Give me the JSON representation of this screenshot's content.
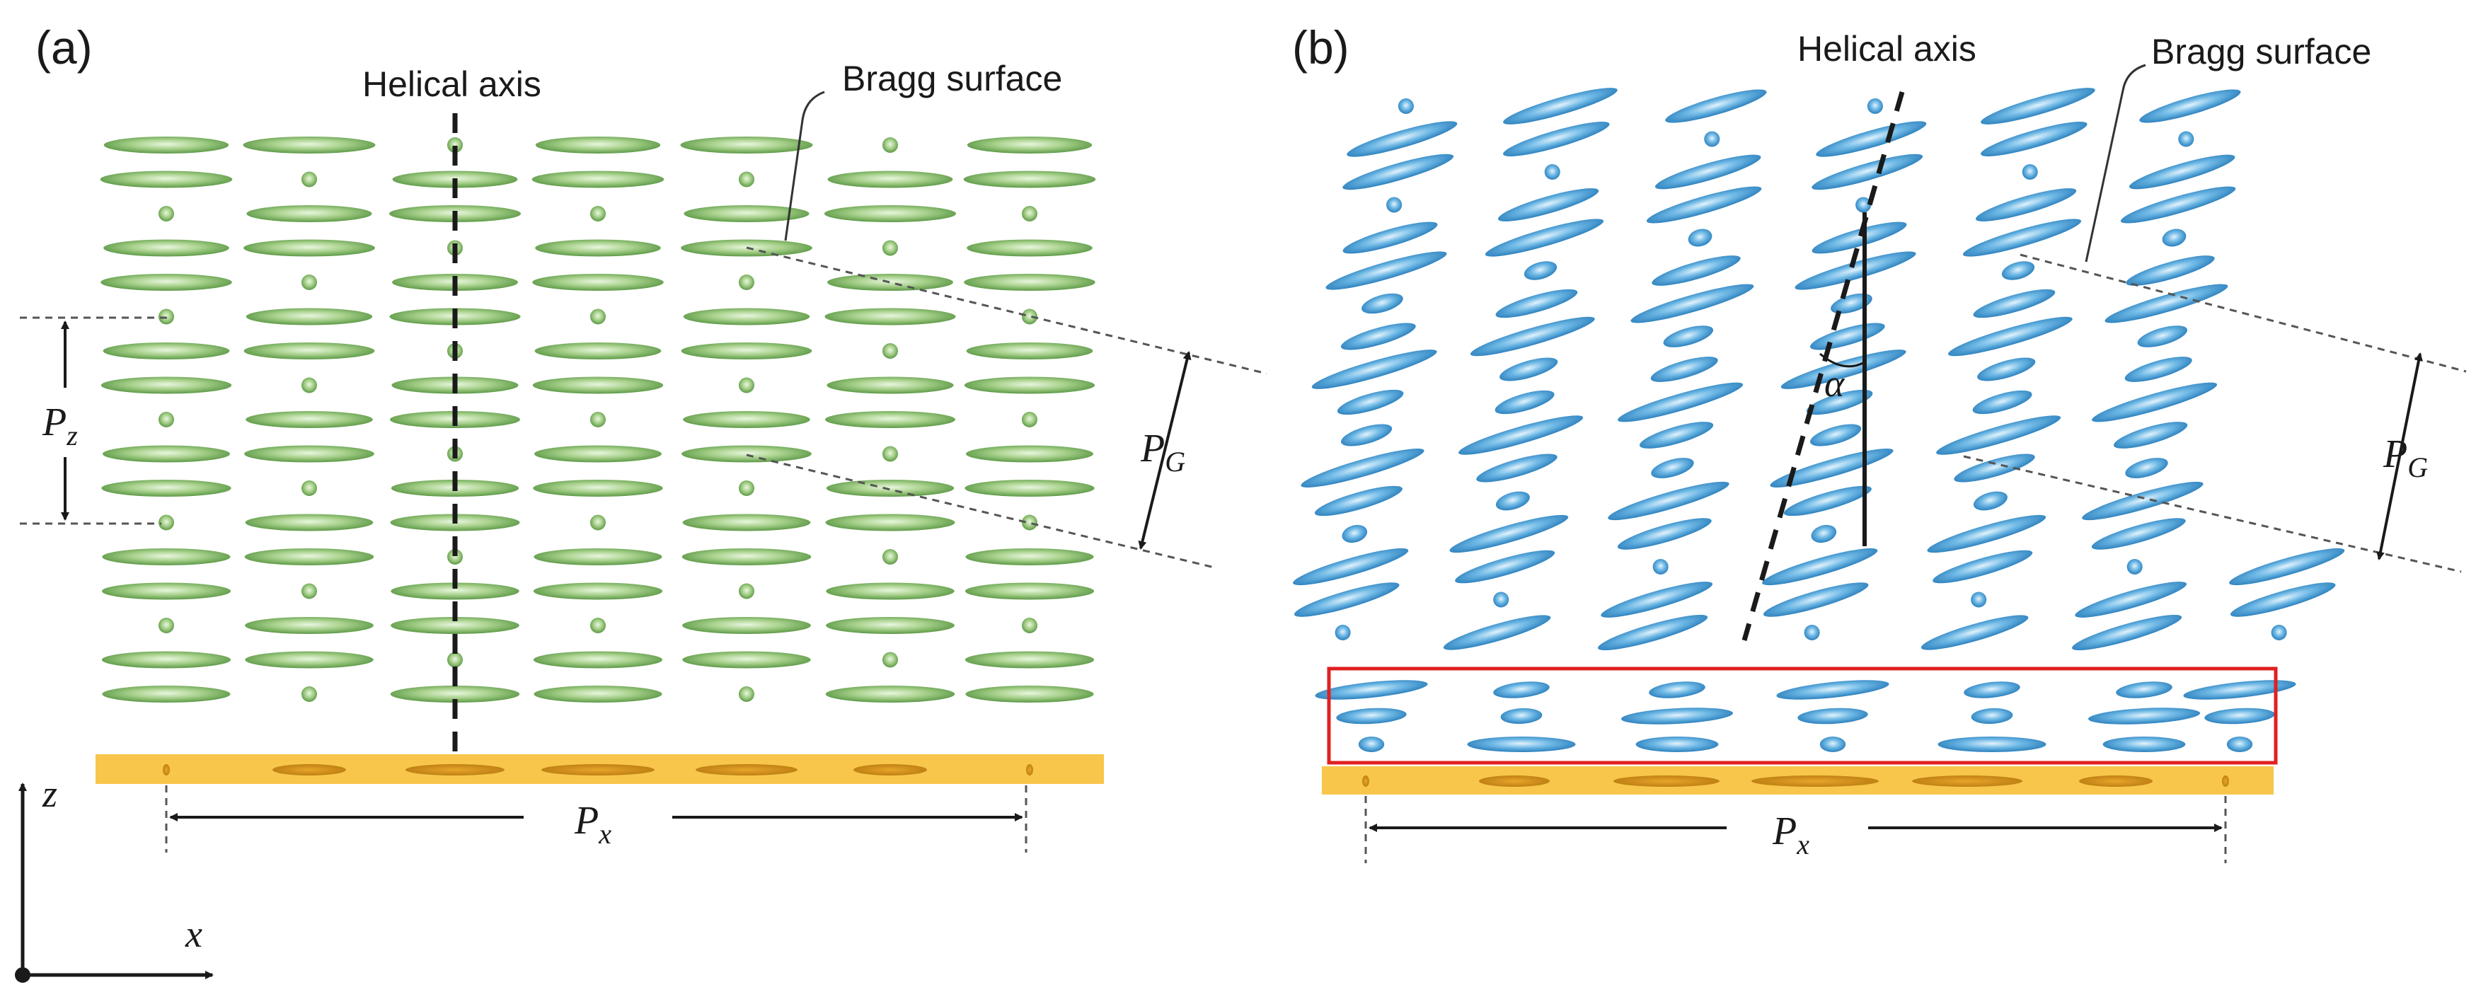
{
  "colors": {
    "green_mesogen": "#5e9e48",
    "blue_mesogen": "#2b86c6",
    "substrate": "#f2bf43",
    "highlight_box": "#e02020",
    "ink": "#1a1a1a"
  },
  "panel_a": {
    "tag": "(a)",
    "helical_axis_label": "Helical axis",
    "bragg_label": "Bragg surface",
    "pz_symbol": "P",
    "pz_sub": "z",
    "pg_symbol": "P",
    "pg_sub": "G",
    "px_symbol": "P",
    "px_sub": "x"
  },
  "panel_b": {
    "tag": "(b)",
    "helical_axis_label": "Helical axis",
    "bragg_label": "Bragg surface",
    "alpha_symbol": "α",
    "pg_symbol": "P",
    "pg_sub": "G",
    "px_symbol": "P",
    "px_sub": "x"
  },
  "axes": {
    "z_label": "z",
    "x_label": "x"
  }
}
